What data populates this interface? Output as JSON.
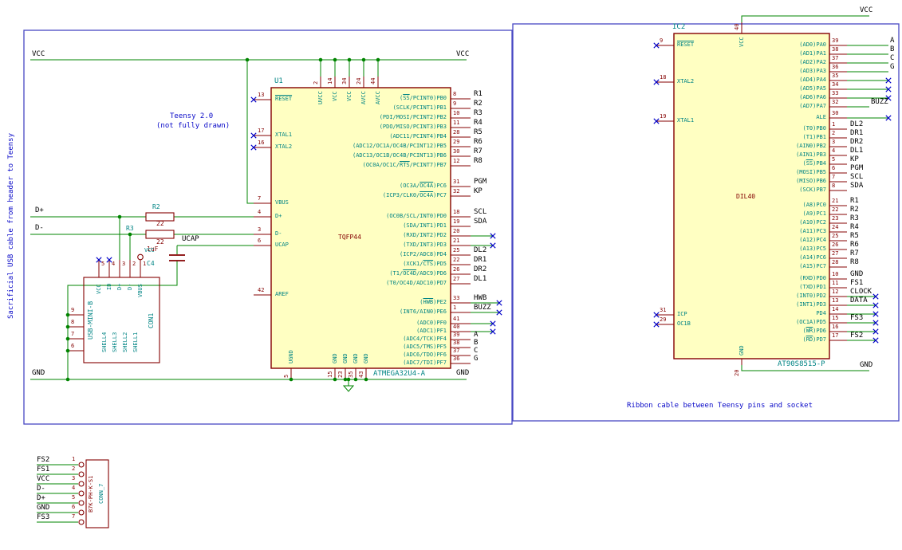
{
  "sheet": {
    "left_note_vertical": "Sacrificial USB cable from header to Teensy",
    "teensy_note_line1": "Teensy 2.0",
    "teensy_note_line2": "(not fully drawn)",
    "ribbon_note": "Ribbon cable between Teensy pins and socket"
  },
  "power": {
    "vcc": "VCC",
    "gnd": "GND",
    "dplus": "D+",
    "dminus": "D-",
    "ucap": "UCAP"
  },
  "colors": {
    "wire": "#008400",
    "symbol_outline": "#840000",
    "body_fill": "#FFFFC2",
    "pin_name": "#008484",
    "pin_number": "#840000",
    "net_label": "#000000",
    "note_blue": "#0909C8",
    "frame_blue": "#4747C4"
  },
  "u1": {
    "ref": "U1",
    "footprint": "TQFP44",
    "value": "ATMEGA32U4-A",
    "left_pins": [
      {
        "num": "13",
        "name": "~RESET~",
        "nc": true
      },
      {
        "num": "17",
        "name": "XTAL1",
        "nc": true
      },
      {
        "num": "16",
        "name": "XTAL2",
        "nc": true
      },
      {
        "num": "7",
        "name": "VBUS"
      },
      {
        "num": "4",
        "name": "D+"
      },
      {
        "num": "3",
        "name": "D-"
      },
      {
        "num": "6",
        "name": "UCAP"
      },
      {
        "num": "42",
        "name": "AREF"
      }
    ],
    "top_pins": [
      {
        "num": "2",
        "name": "UVCC"
      },
      {
        "num": "14",
        "name": "VCC"
      },
      {
        "num": "34",
        "name": "VCC"
      },
      {
        "num": "24",
        "name": "AVCC"
      },
      {
        "num": "44",
        "name": "AVCC"
      }
    ],
    "bottom_pins": [
      {
        "num": "5",
        "name": "UGND"
      },
      {
        "num": "15",
        "name": "GND"
      },
      {
        "num": "23",
        "name": "GND"
      },
      {
        "num": "35",
        "name": "GND"
      },
      {
        "num": "43",
        "name": "GND"
      }
    ],
    "right_pins": [
      {
        "num": "8",
        "name": "(~SS~/PCINT0)PB0",
        "label": "R1"
      },
      {
        "num": "9",
        "name": "(SCLK/PCINT1)PB1",
        "label": "R2"
      },
      {
        "num": "10",
        "name": "(PDI/MOSI/PCINT2)PB2",
        "label": "R3"
      },
      {
        "num": "11",
        "name": "(PDO/MISO/PCINT3)PB3",
        "label": "R4"
      },
      {
        "num": "28",
        "name": "(ADC11/PCINT4)PB4",
        "label": "R5"
      },
      {
        "num": "29",
        "name": "(ADC12/OC1A/OC4B/PCINT12)PB5",
        "label": "R6"
      },
      {
        "num": "30",
        "name": "(ADC13/OC1B/OC4B/PCINT13)PB6",
        "label": "R7"
      },
      {
        "num": "12",
        "name": "(OC0A/OC1C/~RTS~/PCINT7)PB7",
        "label": "R8"
      },
      {
        "num": "31",
        "name": "(OC3A/~OC4A~)PC6",
        "label": "PGM"
      },
      {
        "num": "32",
        "name": "(ICP3/CLK0/~OC4A~)PC7",
        "label": "KP"
      },
      {
        "num": "18",
        "name": "(OC0B/SCL/INT0)PD0",
        "label": "SCL"
      },
      {
        "num": "19",
        "name": "(SDA/INT1)PD1",
        "label": "SDA"
      },
      {
        "num": "20",
        "name": "(RXD/INT2)PD2",
        "nc": true
      },
      {
        "num": "21",
        "name": "(TXD/INT3)PD3",
        "nc": true
      },
      {
        "num": "25",
        "name": "(ICP2/ADC8)PD4",
        "label": "DL2"
      },
      {
        "num": "22",
        "name": "(XCK1/~CTS~)PD5",
        "label": "DR1"
      },
      {
        "num": "26",
        "name": "(T1/~OC4D~/ADC9)PD6",
        "label": "DR2"
      },
      {
        "num": "27",
        "name": "(T0/OC4D/ADC10)PD7",
        "label": "DL1"
      },
      {
        "num": "33",
        "name": "(~HWB~)PE2",
        "label": "HWB",
        "nc": true
      },
      {
        "num": "1",
        "name": "(INT6/AIN0)PE6",
        "label": "BUZZ",
        "nc": true
      },
      {
        "num": "41",
        "name": "(ADC0)PF0",
        "nc": true
      },
      {
        "num": "40",
        "name": "(ADC1)PF1",
        "nc": true
      },
      {
        "num": "39",
        "name": "(ADC4/TCK)PF4",
        "label": "A"
      },
      {
        "num": "38",
        "name": "(ADC5/TMS)PF5",
        "label": "B"
      },
      {
        "num": "37",
        "name": "(ADC6/TDO)PF6",
        "label": "C"
      },
      {
        "num": "36",
        "name": "(ADC7/TDI)PF7",
        "label": "G"
      }
    ]
  },
  "ic2": {
    "ref": "IC2",
    "footprint": "DIL40",
    "value": "AT90S8515-P",
    "left_pins": [
      {
        "num": "9",
        "name": "~RESET~",
        "nc": true
      },
      {
        "num": "18",
        "name": "XTAL2",
        "nc": true
      },
      {
        "num": "19",
        "name": "XTAL1",
        "nc": true
      },
      {
        "num": "31",
        "name": "ICP",
        "nc": true
      },
      {
        "num": "29",
        "name": "OC1B",
        "nc": true
      }
    ],
    "top_pins": [
      {
        "num": "40",
        "name": "VCC"
      }
    ],
    "bottom_pins": [
      {
        "num": "20",
        "name": "GND"
      }
    ],
    "right_pins": [
      {
        "num": "39",
        "name": "(AD0)PA0",
        "label": "A"
      },
      {
        "num": "38",
        "name": "(AD1)PA1",
        "label": "B"
      },
      {
        "num": "37",
        "name": "(AD2)PA2",
        "label": "C"
      },
      {
        "num": "36",
        "name": "(AD3)PA3",
        "label": "G"
      },
      {
        "num": "35",
        "name": "(AD4)PA4",
        "nc": true
      },
      {
        "num": "34",
        "name": "(AD5)PA5",
        "nc": true
      },
      {
        "num": "33",
        "name": "(AD6)PA6",
        "nc": true
      },
      {
        "num": "32",
        "name": "(AD7)PA7",
        "label": "BUZZ"
      },
      {
        "num": "30",
        "name": "ALE",
        "nc": true
      },
      {
        "num": "1",
        "name": "(T0)PB0",
        "label": "DL2"
      },
      {
        "num": "2",
        "name": "(T1)PB1",
        "label": "DR1"
      },
      {
        "num": "3",
        "name": "(AIN0)PB2",
        "label": "DR2"
      },
      {
        "num": "4",
        "name": "(AIN1)PB3",
        "label": "DL1"
      },
      {
        "num": "5",
        "name": "(~SS~)PB4",
        "label": "KP"
      },
      {
        "num": "6",
        "name": "(MOSI)PB5",
        "label": "PGM"
      },
      {
        "num": "7",
        "name": "(MISO)PB6",
        "label": "SCL"
      },
      {
        "num": "8",
        "name": "(SCK)PB7",
        "label": "SDA"
      },
      {
        "num": "21",
        "name": "(A8)PC0",
        "label": "R1"
      },
      {
        "num": "22",
        "name": "(A9)PC1",
        "label": "R2"
      },
      {
        "num": "23",
        "name": "(A10)PC2",
        "label": "R3"
      },
      {
        "num": "24",
        "name": "(A11)PC3",
        "label": "R4"
      },
      {
        "num": "25",
        "name": "(A12)PC4",
        "label": "R5"
      },
      {
        "num": "26",
        "name": "(A13)PC5",
        "label": "R6"
      },
      {
        "num": "27",
        "name": "(A14)PC6",
        "label": "R7"
      },
      {
        "num": "28",
        "name": "(A15)PC7",
        "label": "R8"
      },
      {
        "num": "10",
        "name": "(RXD)PD0",
        "label": "GND"
      },
      {
        "num": "11",
        "name": "(TXD)PD1",
        "label": "FS1"
      },
      {
        "num": "12",
        "name": "(INT0)PD2",
        "label": "CLOCK",
        "nc": true
      },
      {
        "num": "13",
        "name": "(INT1)PD3",
        "label": "DATA",
        "nc": true
      },
      {
        "num": "14",
        "name": "PD4",
        "nc": true
      },
      {
        "num": "15",
        "name": "(OC1A)PD5",
        "label": "FS3",
        "nc": true
      },
      {
        "num": "16",
        "name": "(~WR~)PD6",
        "nc": true
      },
      {
        "num": "17",
        "name": "(~RD~)PD7",
        "label": "FS2",
        "nc": true
      }
    ]
  },
  "r2": {
    "ref": "R2",
    "value": "22"
  },
  "r3": {
    "ref": "R3",
    "value": "22"
  },
  "c4": {
    "ref": "C4",
    "value": "1uF"
  },
  "con1": {
    "ref": "CON1",
    "value": "USB-MINI-B",
    "power_flag": "VCC",
    "top_pins": [
      {
        "num": "5",
        "name": "VCC"
      },
      {
        "num": "4",
        "name": "ID"
      },
      {
        "num": "3",
        "name": "D+"
      },
      {
        "num": "2",
        "name": "D-"
      },
      {
        "num": "1",
        "name": "VBUS"
      }
    ],
    "shell_pins": [
      {
        "num": "9",
        "name": "SHELL4"
      },
      {
        "num": "8",
        "name": "SHELL3"
      },
      {
        "num": "7",
        "name": "SHELL2"
      },
      {
        "num": "6",
        "name": "SHELL1"
      }
    ]
  },
  "conn7": {
    "ref": "CONN_7",
    "value": "B7K-PH-K-S1",
    "pins": [
      {
        "num": "1",
        "label": "FS2"
      },
      {
        "num": "2",
        "label": "FS1"
      },
      {
        "num": "3",
        "label": "VCC"
      },
      {
        "num": "4",
        "label": "D-"
      },
      {
        "num": "5",
        "label": "D+"
      },
      {
        "num": "6",
        "label": "GND"
      },
      {
        "num": "7",
        "label": "FS3"
      }
    ]
  }
}
